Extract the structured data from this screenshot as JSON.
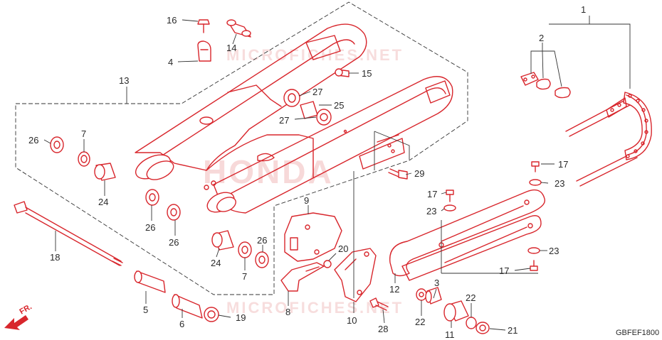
{
  "diagram_code": "GBFEF1800",
  "direction_label": "FR.",
  "watermarks": {
    "brand": "HONDA",
    "site_top": "MICROFICHES.NET",
    "site_bottom": "MICROFICHES.NET"
  },
  "callouts": [
    "1",
    "2",
    "3",
    "4",
    "5",
    "6",
    "7",
    "7",
    "8",
    "10",
    "11",
    "12",
    "13",
    "14",
    "15",
    "16",
    "17",
    "17",
    "17",
    "18",
    "19",
    "20",
    "21",
    "22",
    "22",
    "23",
    "23",
    "23",
    "24",
    "24",
    "25",
    "26",
    "26",
    "26",
    "26",
    "27",
    "27",
    "28",
    "29",
    "9"
  ],
  "colors": {
    "parts": "#d8262c",
    "lines": "#333333",
    "background": "#ffffff",
    "watermark": "#f2c2c2"
  }
}
